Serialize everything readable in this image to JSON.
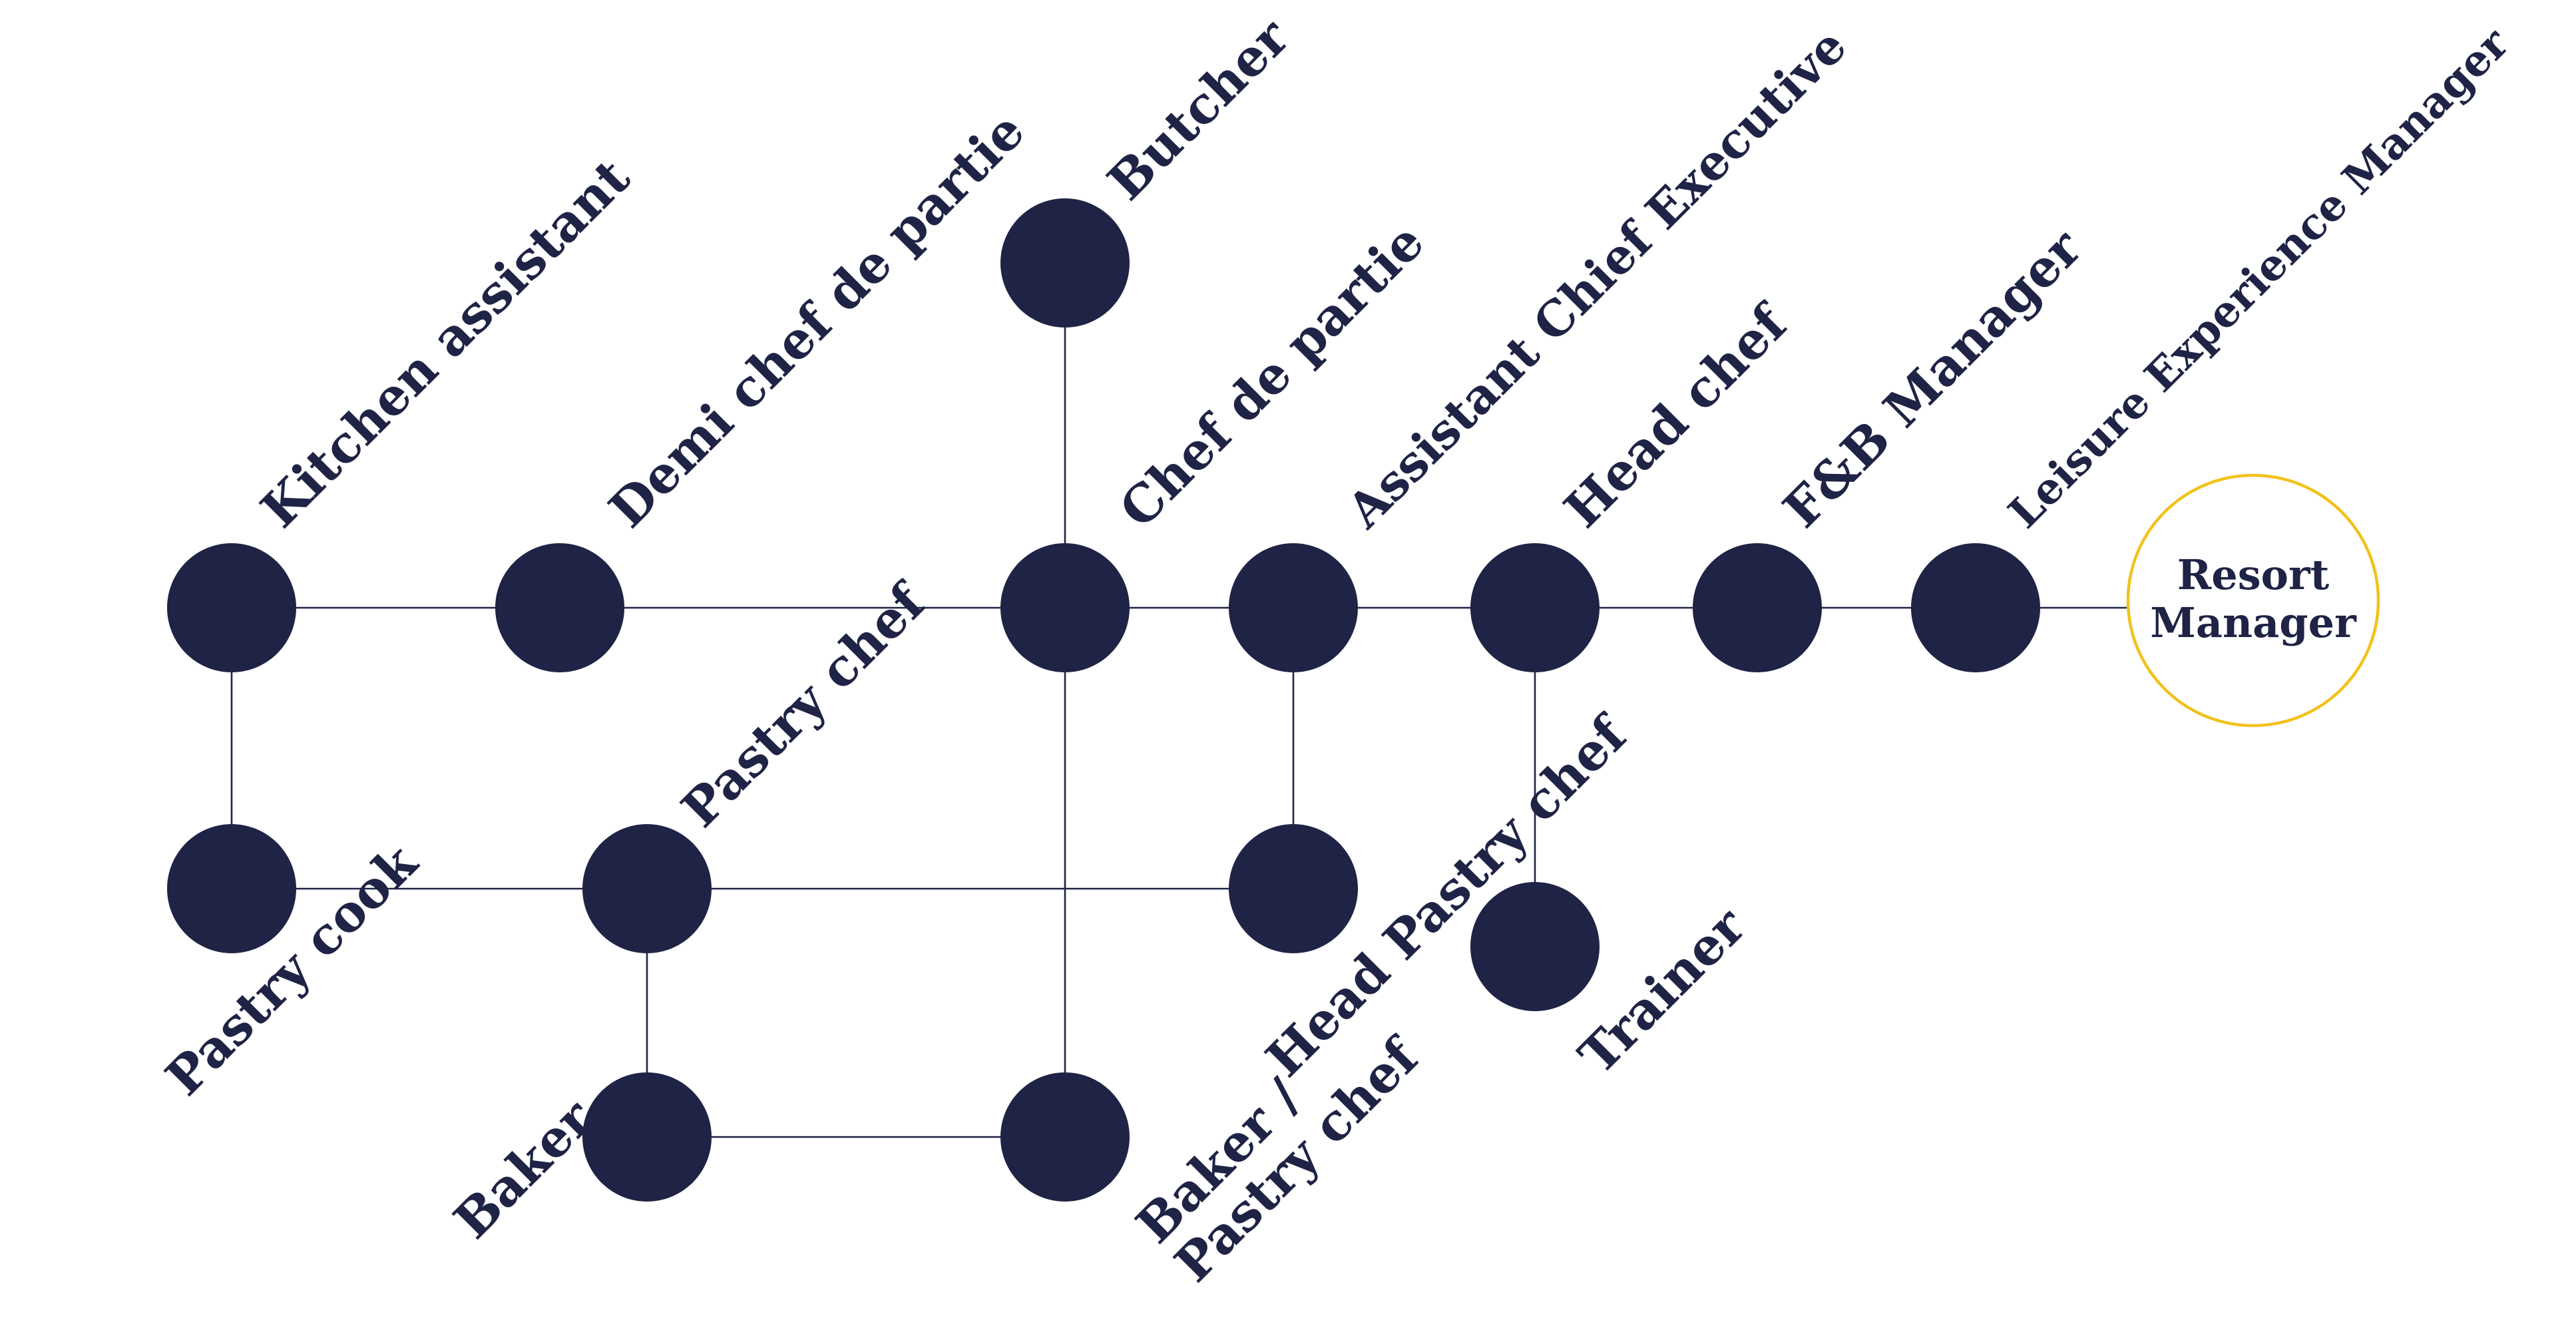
{
  "colors": {
    "node": "#1f2345",
    "edge": "#1f2345",
    "goal_ring": "#f2c21b",
    "background": "#ffffff"
  },
  "nodes": {
    "kitchen_assistant": "Kitchen assistant",
    "demi_chef_de_partie": "Demi chef de partie",
    "butcher": "Butcher",
    "chef_de_partie": "Chef de partie",
    "assistant_chief_executive": "Assistant Chief Executive",
    "head_chef": "Head chef",
    "fb_manager": "F&B Manager",
    "leisure_experience_manager": "Leisure Experience Manager",
    "resort_manager_line1": "Resort",
    "resort_manager_line2": "Manager",
    "pastry_cook": "Pastry cook",
    "pastry_chef": "Pastry chef",
    "head_pastry_chef": "Head Pastry chef",
    "trainer": "Trainer",
    "baker": "Baker",
    "baker_pastry_chef_line1": "Baker /",
    "baker_pastry_chef_line2": "Pastry chef"
  }
}
